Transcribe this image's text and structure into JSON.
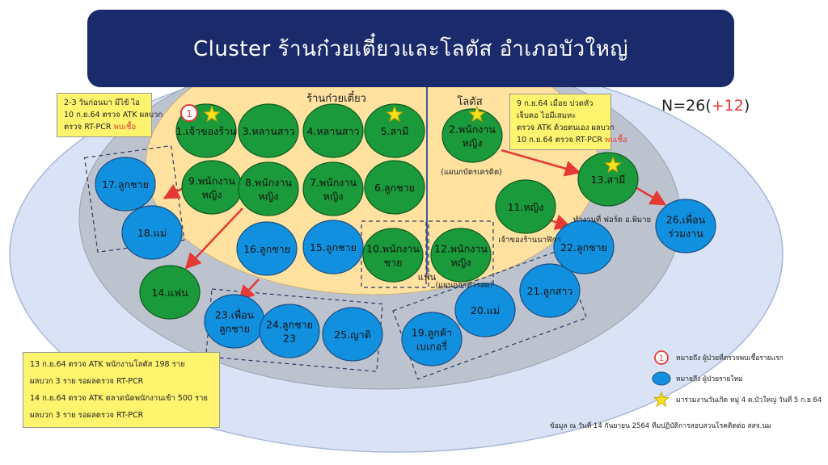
{
  "title": "Cluster ร้านก๋วยเตี๋ยวและโลตัส อำเภอบัวใหญ่",
  "count": {
    "base": "N=26(",
    "added": "+12",
    "close": ")"
  },
  "zones": {
    "noodle_shop": "ร้านก๋วยเตี๋ยว",
    "lotus": "โลตัส",
    "fan": "แฟน"
  },
  "notes": {
    "top_left": [
      "2-3 วันก่อนมา มีไข้ ไอ",
      "10 ก.ย.64 ตรวจ ATK ผลบวก",
      "ตรวจ RT-PCR",
      "พบเชื้อ"
    ],
    "top_right": [
      "9 ก.ย.64 เมื่อย ปวดหัว",
      "เจ็บคอ ไอมีเสมหะ",
      "ตรวจ ATK ด้วยตนเอง ผลบวก",
      "10 ก.ย.64 ตรวจ RT-PCR",
      "พบเชื้อ"
    ],
    "bottom_left": [
      "13 ก.ย.64 ตรวจ ATK พนักงานโลตัส 198 ราย",
      "ผลบวก 3 ราย รอผลตรวจ RT-PCR",
      "14 ก.ย.64 ตรวจ ATK ตลาดนัดพนักงานเข้า 500 ราย",
      "ผลบวก 3 ราย รอผลตรวจ RT-PCR"
    ]
  },
  "nodes": [
    {
      "label": "1.เจ้าของร้าน"
    },
    {
      "label": "3.หลานสาว"
    },
    {
      "label": "4.หลานสาว"
    },
    {
      "label": "5.สามี"
    },
    {
      "label": "2.พนักงาน|หญิง"
    },
    {
      "label": "9.พนักงาน|หญิง"
    },
    {
      "label": "8.พนักงาน|หญิง"
    },
    {
      "label": "7.พนักงาน|หญิง"
    },
    {
      "label": "6.ลูกชาย"
    },
    {
      "label": "11.หญิง"
    },
    {
      "label": "13.สามี"
    },
    {
      "label": "17.ลูกชาย"
    },
    {
      "label": "18.แม่"
    },
    {
      "label": "16.ลูกชาย"
    },
    {
      "label": "15.ลูกชาย"
    },
    {
      "label": "10.พนักงาน|ชาย"
    },
    {
      "label": "12.พนักงาน|หญิง"
    },
    {
      "label": "14.แฟน"
    },
    {
      "label": "22.ลูกชาย"
    },
    {
      "label": "26.เพื่อน|ร่วมงาน"
    },
    {
      "label": "21.ลูกสาว"
    },
    {
      "label": "20.แม่"
    },
    {
      "label": "19.ลูกค้า|เบเกอรี่"
    },
    {
      "label": "23.เพื่อน|ลูกชาย"
    },
    {
      "label": "24.ลูกชาย|23"
    },
    {
      "label": "25.ญาติ"
    }
  ],
  "sublabels": {
    "n2": "(แผนกบัตรเครดิต)",
    "n11": "เจ้าของร้านนาฬิกา",
    "n13": "ทำงานที่ ฟอร์ด อ.พิมาย",
    "n12": "(แผนกอาหารสด)"
  },
  "legend": {
    "first_case_mark": "1",
    "first_case": "หมายถึง ผู้ป่วยที่ตรวจพบเชื้อรายแรก",
    "new_case": "หมายถึง ผู้ป่วยรายใหม่",
    "event": "มาร่วมงานวันเกิด หมู่ 4 ต.บัวใหญ่ วันที่ 5 ก.ย.64"
  },
  "source": "ข้อมูล ณ วันที่ 14 กันยายน 2564 ทีมปฏิบัติการสอบสวนโรคติดต่อ สสจ.นม",
  "colors": {
    "banner": "#1b2a6b",
    "outer_ring": "#d9e3f5",
    "middle_ring": "#bcc3cf",
    "inner_zone": "#ffe1a0",
    "green_node": "#1a9a3a",
    "blue_node": "#1290e0",
    "arrow": "#e53935",
    "star": "#f6e11c"
  }
}
